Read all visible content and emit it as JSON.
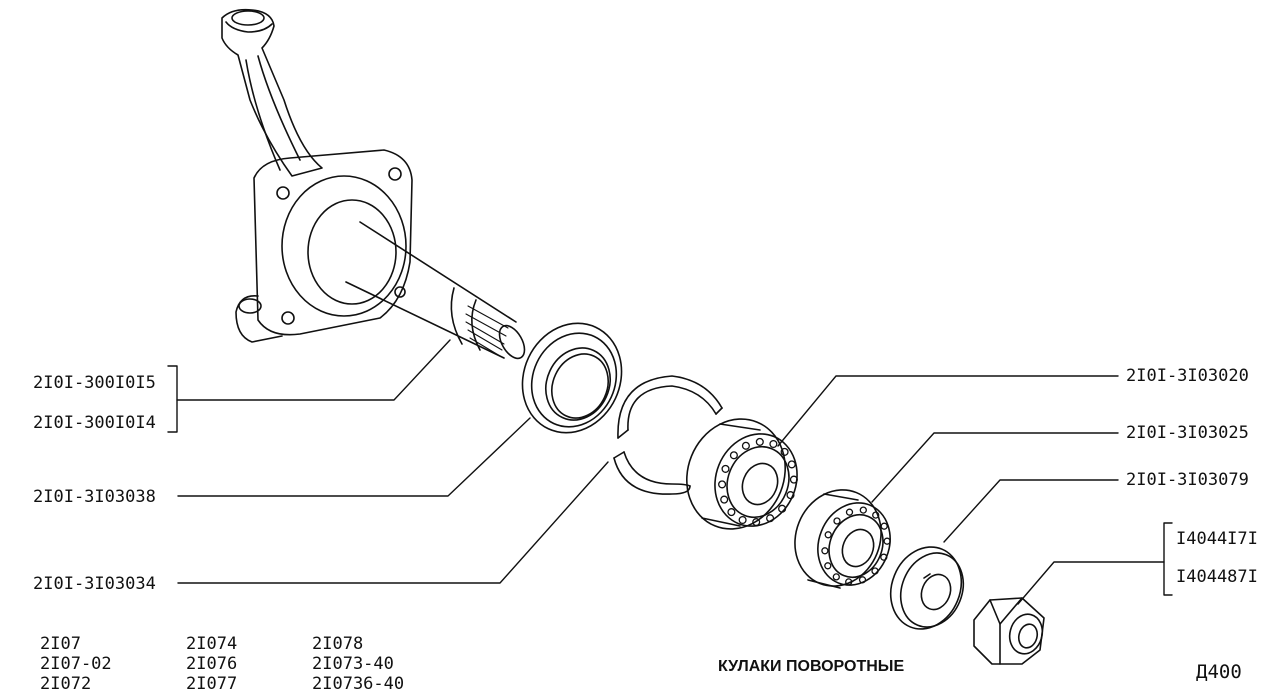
{
  "callouts": {
    "knuckle_a": "2I0I-300I0I5",
    "knuckle_b": "2I0I-300I0I4",
    "seal": "2I0I-3I03038",
    "ring": "2I0I-3I03034",
    "bearing_inner": "2I0I-3I03020",
    "bearing_outer": "2I0I-3I03025",
    "washer": "2I0I-3I03079",
    "nut_a": "I4044I7I",
    "nut_b": "I404487I"
  },
  "models": {
    "col1": [
      "2I07",
      "2I07-02",
      "2I072"
    ],
    "col2": [
      "2I074",
      "2I076",
      "2I077"
    ],
    "col3": [
      "2I078",
      "2I073-40",
      "2I0736-40"
    ]
  },
  "title": "КУЛАКИ ПОВОРОТНЫЕ",
  "sheet_code": "Д400"
}
